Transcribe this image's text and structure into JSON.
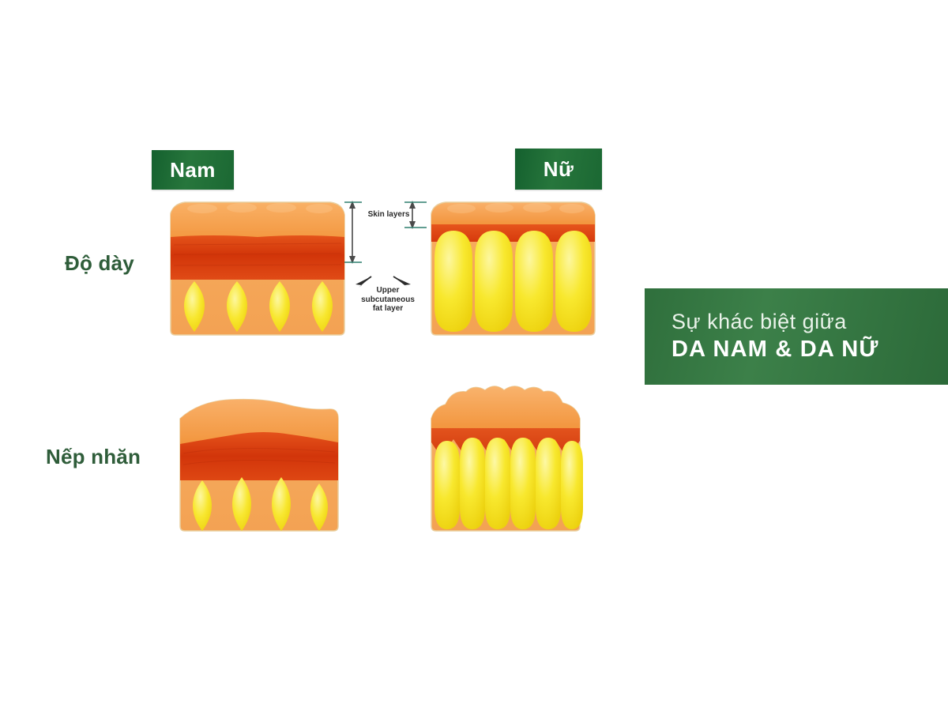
{
  "page": {
    "background": "#ffffff",
    "language": "vi"
  },
  "badges": {
    "male": {
      "label": "Nam",
      "color": "#1b6833"
    },
    "female": {
      "label": "Nữ",
      "color": "#1b6833"
    }
  },
  "row_labels": {
    "thickness": "Độ dày",
    "wrinkles": "Nếp nhăn",
    "color": "#2f5d3a"
  },
  "annotations": {
    "skin_layers": "Skin layers",
    "fat_layer": "Upper\nsubcutaneous\nfat layer"
  },
  "title": {
    "line1": "Sự khác biệt giữa",
    "line2": "DA NAM & DA NỮ",
    "background": "#3c8049",
    "text_color": "#ffffff"
  },
  "palette": {
    "epidermis": "#f6a košice",
    "epidermis_top": "#f4a24f",
    "dermis": "#d93a10",
    "hypodermis_base": "#f4a758",
    "fat": "#f5e020",
    "fat_light": "#fdf375",
    "arrow": "#3a3a3a",
    "arrow_cap": "#2f7f6f"
  },
  "diagrams": {
    "male_thickness": {
      "name": "male-thickness-skin-cross-section",
      "skin_thickness": "thick",
      "fat_lobules": 4,
      "lobule_shape": "lens",
      "surface": "smooth"
    },
    "female_thickness": {
      "name": "female-thickness-skin-cross-section",
      "skin_thickness": "thin",
      "fat_lobules": 4,
      "lobule_shape": "tall-rounded",
      "surface": "smooth"
    },
    "male_wrinkles": {
      "name": "male-wrinkles-skin-cross-section",
      "skin_thickness": "thick",
      "fat_lobules": 4,
      "lobule_shape": "lens",
      "surface": "gently-undulating"
    },
    "female_wrinkles": {
      "name": "female-wrinkles-skin-cross-section",
      "skin_thickness": "thin",
      "fat_lobules": 6,
      "lobule_shape": "tall-narrow",
      "surface": "jagged-sawtooth"
    }
  }
}
